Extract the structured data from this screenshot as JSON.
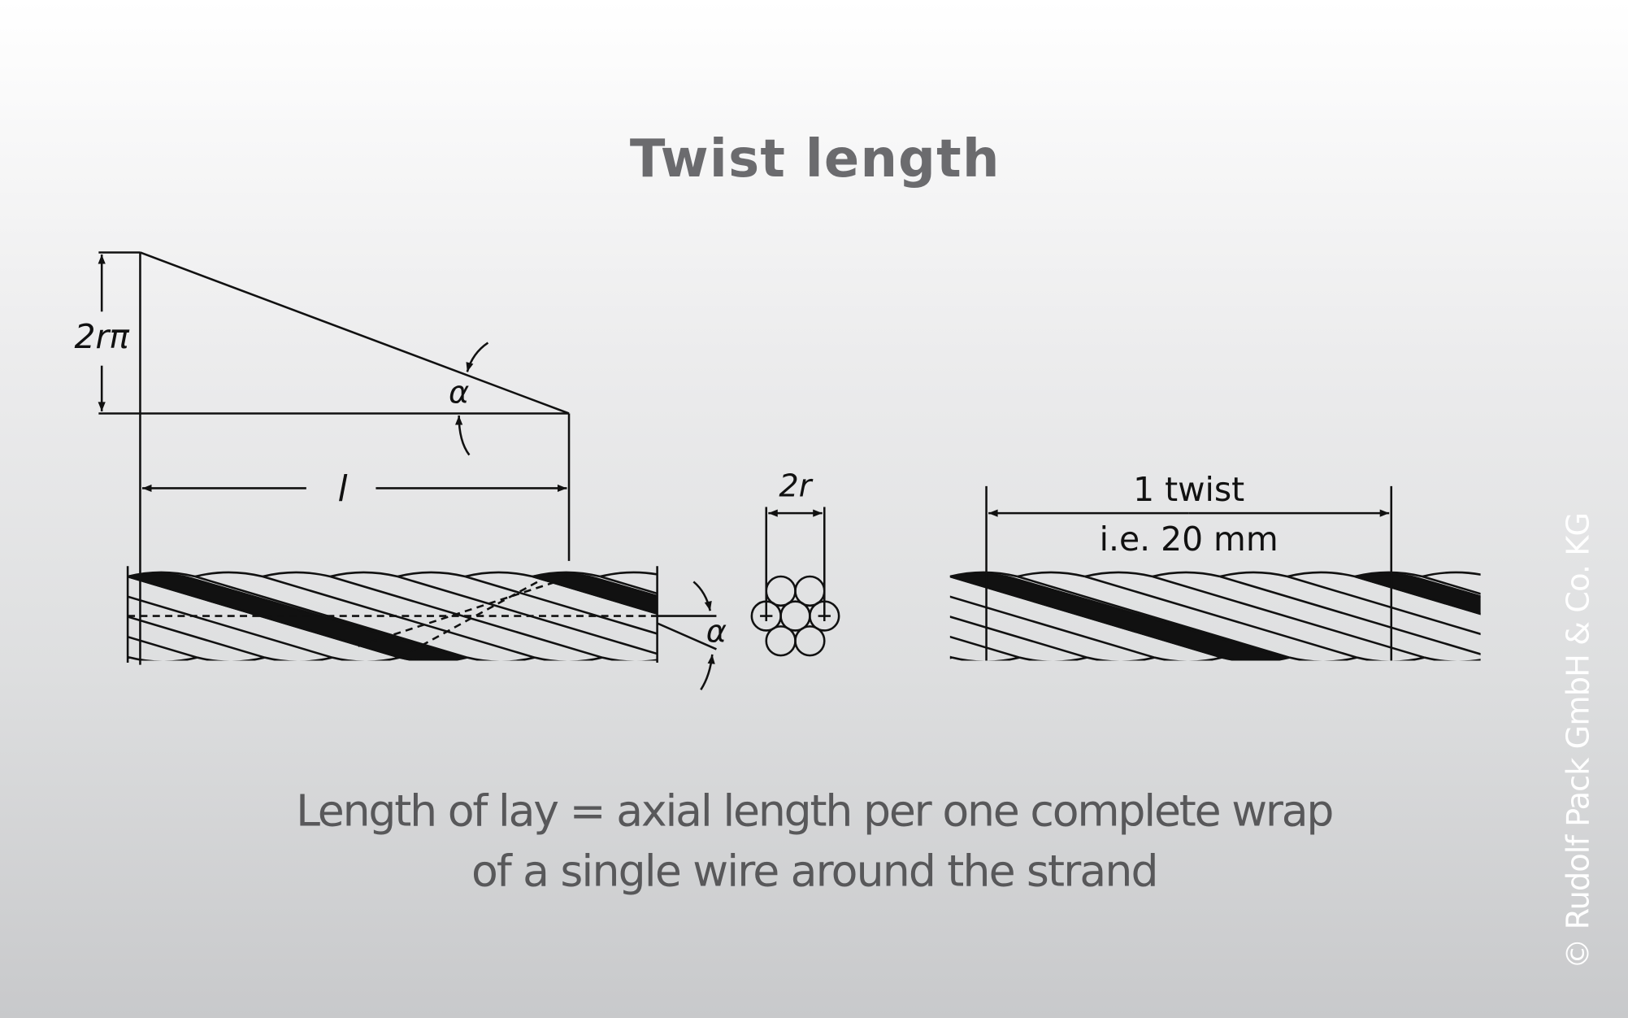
{
  "title": "Twist length",
  "labels": {
    "circumference": "2rπ",
    "angle": "α",
    "lay_length": "l",
    "diameter": "2r",
    "twist": "1 twist",
    "twist_example": "i.e. 20 mm"
  },
  "caption": {
    "line1": "Length of lay = axial length per one complete wrap",
    "line2": "of a single wire around the strand"
  },
  "copyright": "© Rudolf Pack GmbH & Co. KG",
  "colors": {
    "title": "#6b6b6e",
    "caption": "#58585a",
    "line": "#111111"
  }
}
